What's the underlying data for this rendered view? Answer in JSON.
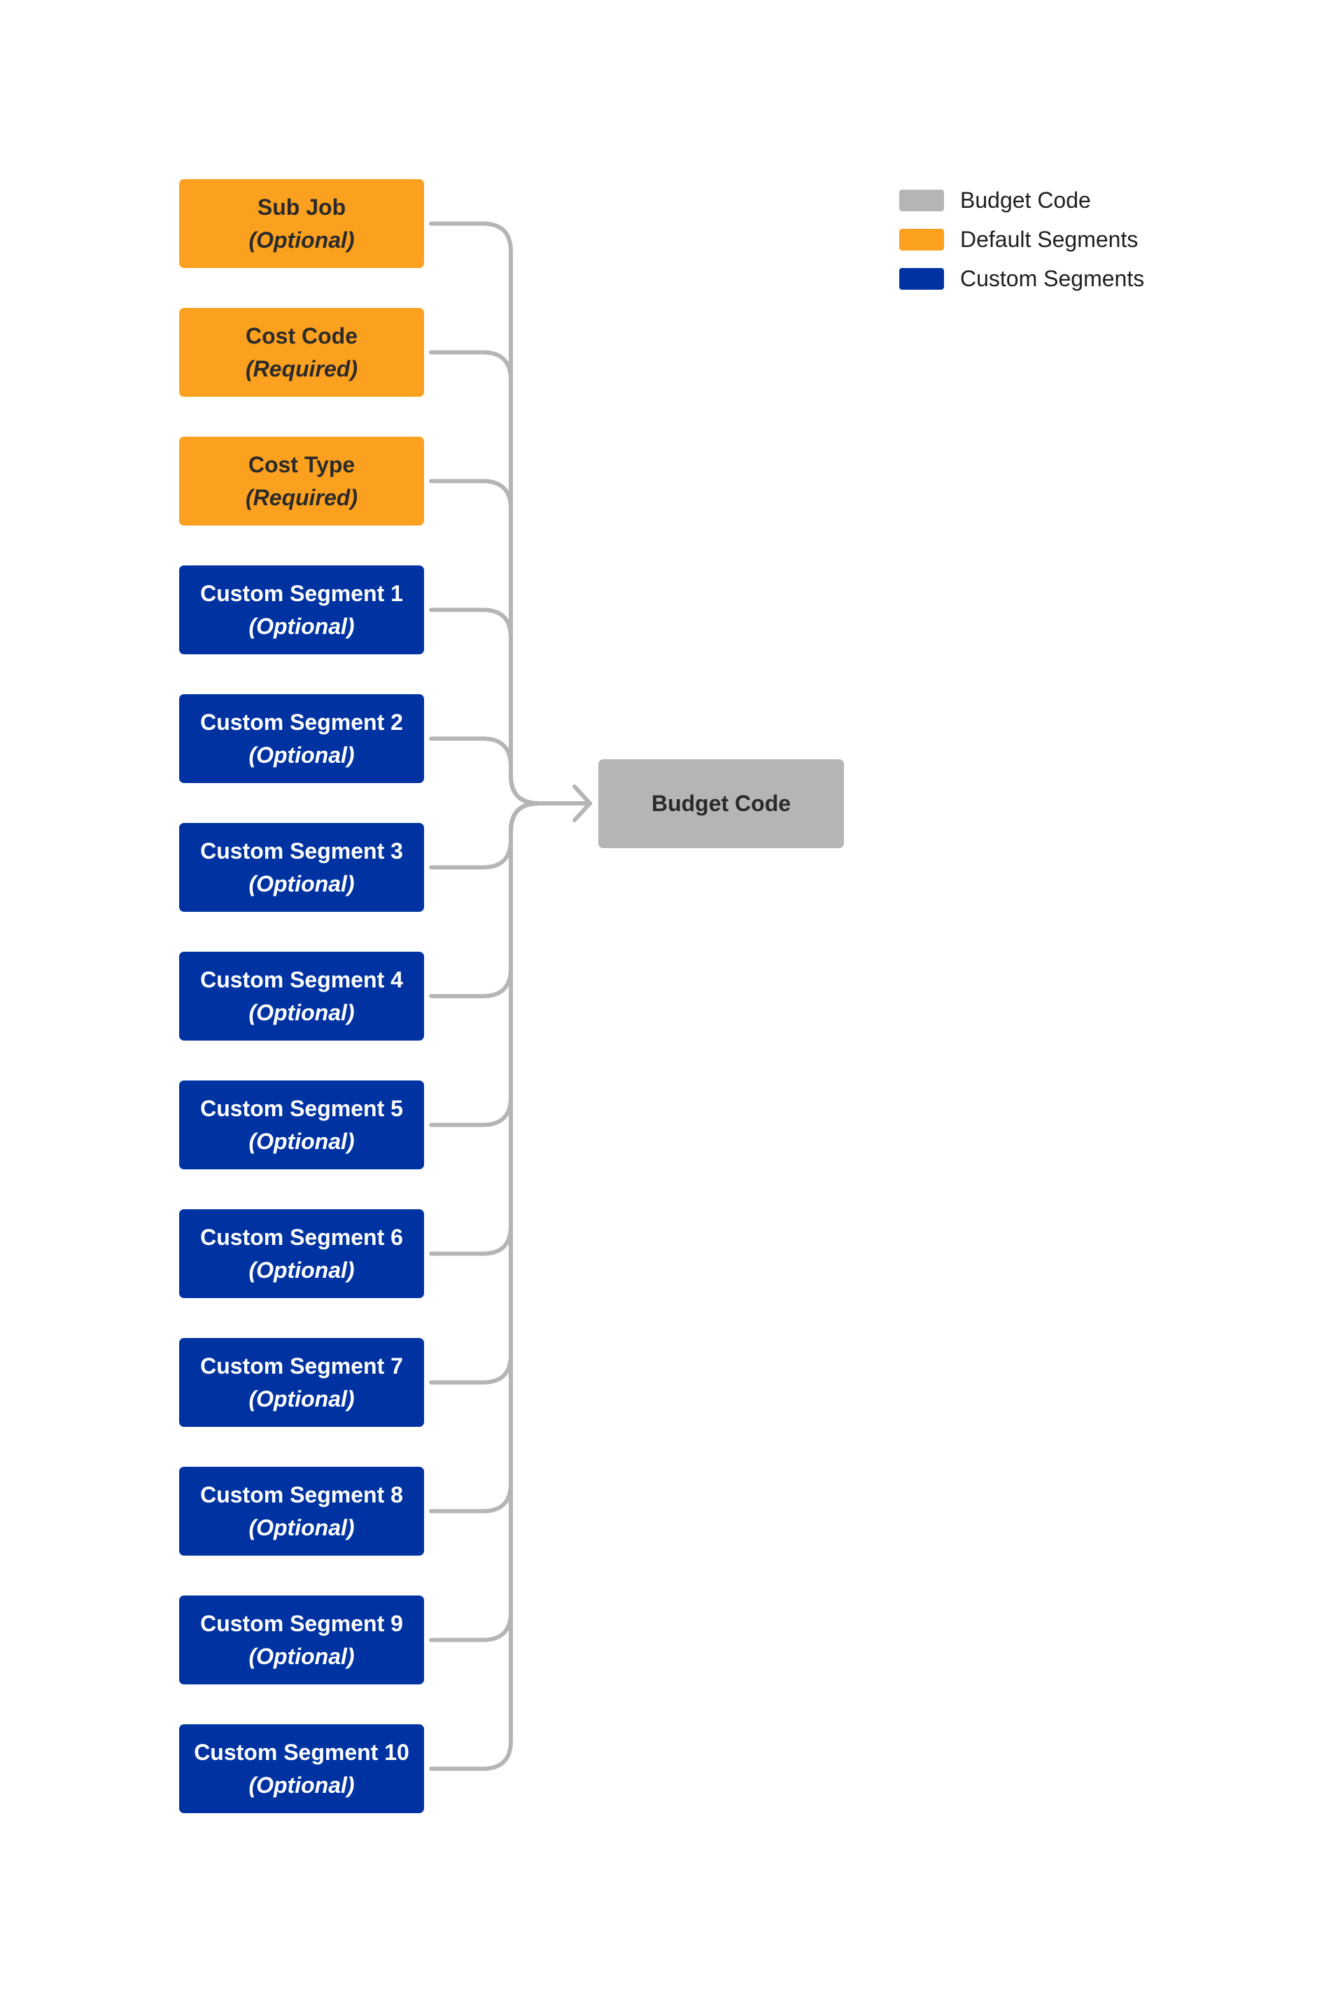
{
  "segments": [
    {
      "title": "Sub Job",
      "note": "(Optional)",
      "kind": "default"
    },
    {
      "title": "Cost Code",
      "note": "(Required)",
      "kind": "default"
    },
    {
      "title": "Cost Type",
      "note": "(Required)",
      "kind": "default"
    },
    {
      "title": "Custom Segment 1",
      "note": "(Optional)",
      "kind": "custom"
    },
    {
      "title": "Custom Segment 2",
      "note": "(Optional)",
      "kind": "custom"
    },
    {
      "title": "Custom Segment 3",
      "note": "(Optional)",
      "kind": "custom"
    },
    {
      "title": "Custom Segment 4",
      "note": "(Optional)",
      "kind": "custom"
    },
    {
      "title": "Custom Segment 5",
      "note": "(Optional)",
      "kind": "custom"
    },
    {
      "title": "Custom Segment 6",
      "note": "(Optional)",
      "kind": "custom"
    },
    {
      "title": "Custom Segment 7",
      "note": "(Optional)",
      "kind": "custom"
    },
    {
      "title": "Custom Segment 8",
      "note": "(Optional)",
      "kind": "custom"
    },
    {
      "title": "Custom Segment 9",
      "note": "(Optional)",
      "kind": "custom"
    },
    {
      "title": "Custom Segment 10",
      "note": "(Optional)",
      "kind": "custom"
    }
  ],
  "target": {
    "label": "Budget Code"
  },
  "legend": [
    {
      "label": "Budget Code",
      "color": "#b5b5b5"
    },
    {
      "label": "Default Segments",
      "color": "#fca11f"
    },
    {
      "label": "Custom Segments",
      "color": "#0033a1"
    }
  ],
  "colors": {
    "default_segment": "#fca11f",
    "custom_segment": "#0033a1",
    "budget_code": "#b5b5b5",
    "connector": "#b5b5b5"
  }
}
